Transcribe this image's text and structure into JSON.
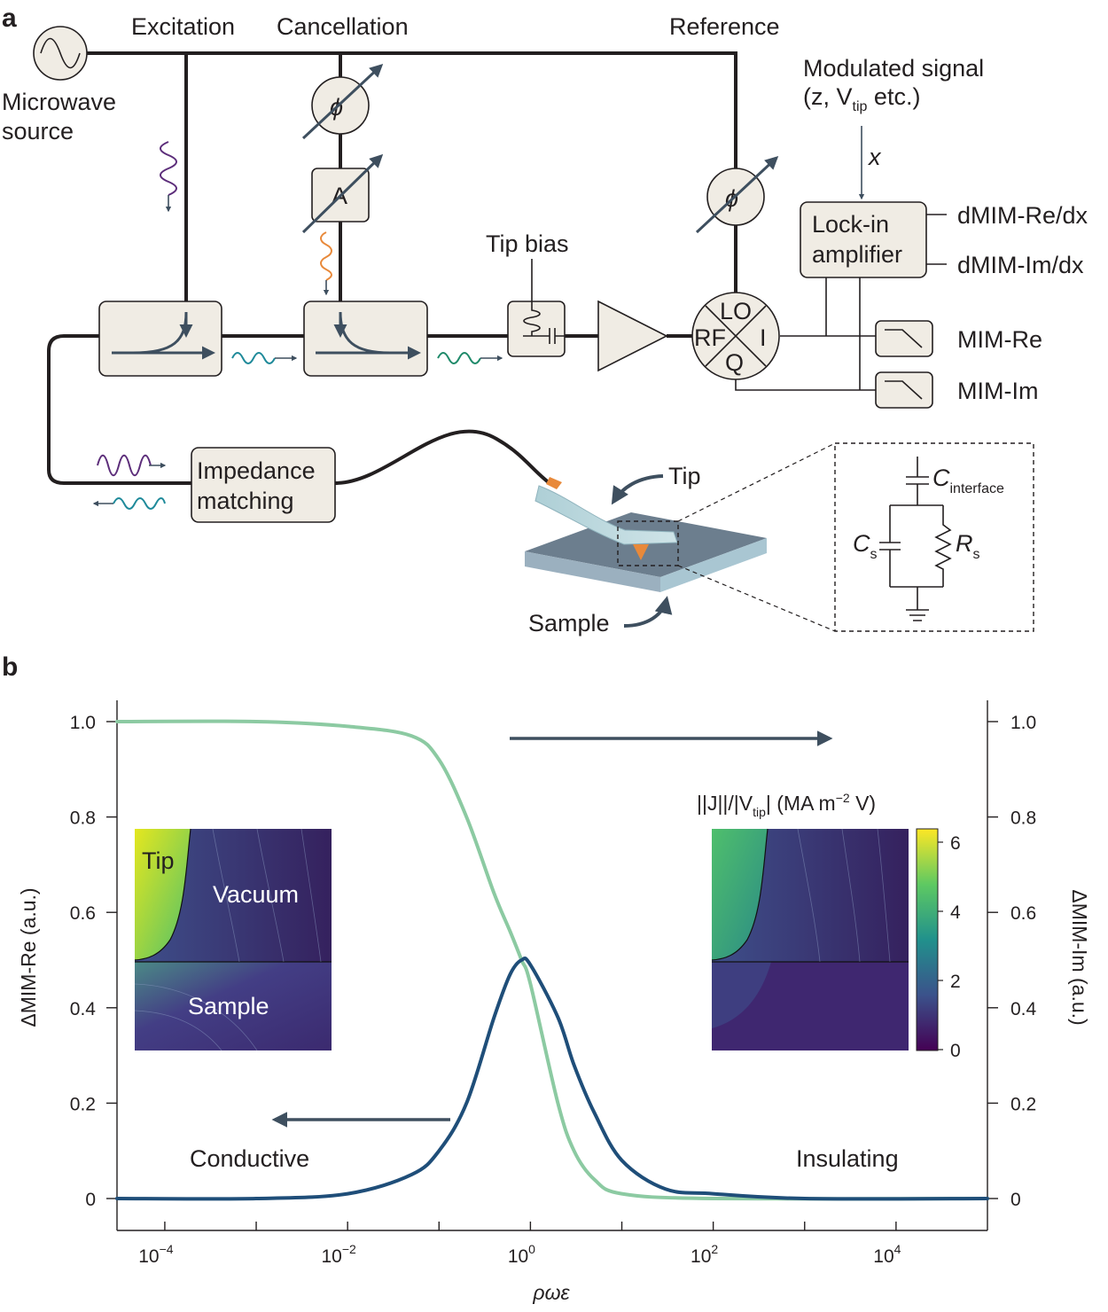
{
  "panel_a": {
    "label": "a",
    "source": [
      "Microwave",
      "source"
    ],
    "excitation": "Excitation",
    "cancellation": "Cancellation",
    "reference": "Reference",
    "modulated": [
      "Modulated signal",
      "(z, V",
      "tip",
      " etc.)"
    ],
    "x_var": "x",
    "phase_symbol": "ϕ",
    "amp_symbol": "A",
    "lockin": [
      "Lock-in",
      "amplifier"
    ],
    "dmim_re": "dMIM-Re/dx",
    "dmim_im": "dMIM-Im/dx",
    "tip_bias": "Tip bias",
    "mixer": {
      "lo": "LO",
      "rf": "RF",
      "i": "I",
      "q": "Q"
    },
    "mim_re": "MIM-Re",
    "mim_im": "MIM-Im",
    "impedance": [
      "Impedance",
      "matching"
    ],
    "tip": "Tip",
    "sample": "Sample",
    "circuit": {
      "c_interface": "C",
      "c_interface_sub": "interface",
      "cs": "C",
      "cs_sub": "s",
      "rs": "R",
      "rs_sub": "s"
    }
  },
  "panel_b": {
    "label": "b",
    "ylabel_left": "ΔMIM-Re (a.u.)",
    "ylabel_right": "ΔMIM-Im (a.u.)",
    "xlabel": "ρωε",
    "conductive": "Conductive",
    "insulating": "Insulating",
    "inset_left": {
      "tip": "Tip",
      "vacuum": "Vacuum",
      "sample": "Sample"
    },
    "colorbar_title": [
      "||J||/|V",
      "tip",
      "| (MA m",
      "−2",
      " V)"
    ],
    "colorbar_ticks": [
      "6",
      "4",
      "2",
      "0"
    ],
    "colors": {
      "re": "#1f4e79",
      "im": "#8ccaa2"
    }
  },
  "chart_data": {
    "type": "line",
    "xlabel": "ρωε",
    "ylabel": "ΔMIM-Re (a.u.)",
    "y2label": "ΔMIM-Im (a.u.)",
    "x_scale": "log",
    "xlim": [
      3e-05,
      100000
    ],
    "ylim": [
      0,
      1
    ],
    "x_tick_labels": [
      "10−4",
      "10−2",
      "100",
      "102",
      "104"
    ],
    "y_tick_labels": [
      "0",
      "0.2",
      "0.4",
      "0.6",
      "0.8",
      "1.0"
    ],
    "series": [
      {
        "color": "#8ccaa2",
        "axis": "left",
        "points": [
          [
            3e-05,
            1.0
          ],
          [
            0.001,
            1.0
          ],
          [
            0.01,
            0.99
          ],
          [
            0.05,
            0.97
          ],
          [
            0.1,
            0.92
          ],
          [
            0.2,
            0.8
          ],
          [
            0.4,
            0.64
          ],
          [
            0.6,
            0.56
          ],
          [
            0.8,
            0.5
          ],
          [
            1,
            0.45
          ],
          [
            2,
            0.2
          ],
          [
            3,
            0.1
          ],
          [
            5,
            0.04
          ],
          [
            10,
            0.01
          ],
          [
            100,
            0.0
          ],
          [
            100000,
            0.0
          ]
        ]
      },
      {
        "color": "#1f4e79",
        "axis": "right",
        "points": [
          [
            3e-05,
            0.0
          ],
          [
            0.001,
            0.0
          ],
          [
            0.01,
            0.01
          ],
          [
            0.05,
            0.05
          ],
          [
            0.1,
            0.1
          ],
          [
            0.2,
            0.2
          ],
          [
            0.4,
            0.38
          ],
          [
            0.6,
            0.47
          ],
          [
            0.8,
            0.5
          ],
          [
            1,
            0.49
          ],
          [
            2,
            0.38
          ],
          [
            3,
            0.28
          ],
          [
            5,
            0.18
          ],
          [
            10,
            0.08
          ],
          [
            30,
            0.02
          ],
          [
            100,
            0.01
          ],
          [
            1000,
            0.0
          ],
          [
            100000,
            0.0
          ]
        ]
      }
    ]
  }
}
